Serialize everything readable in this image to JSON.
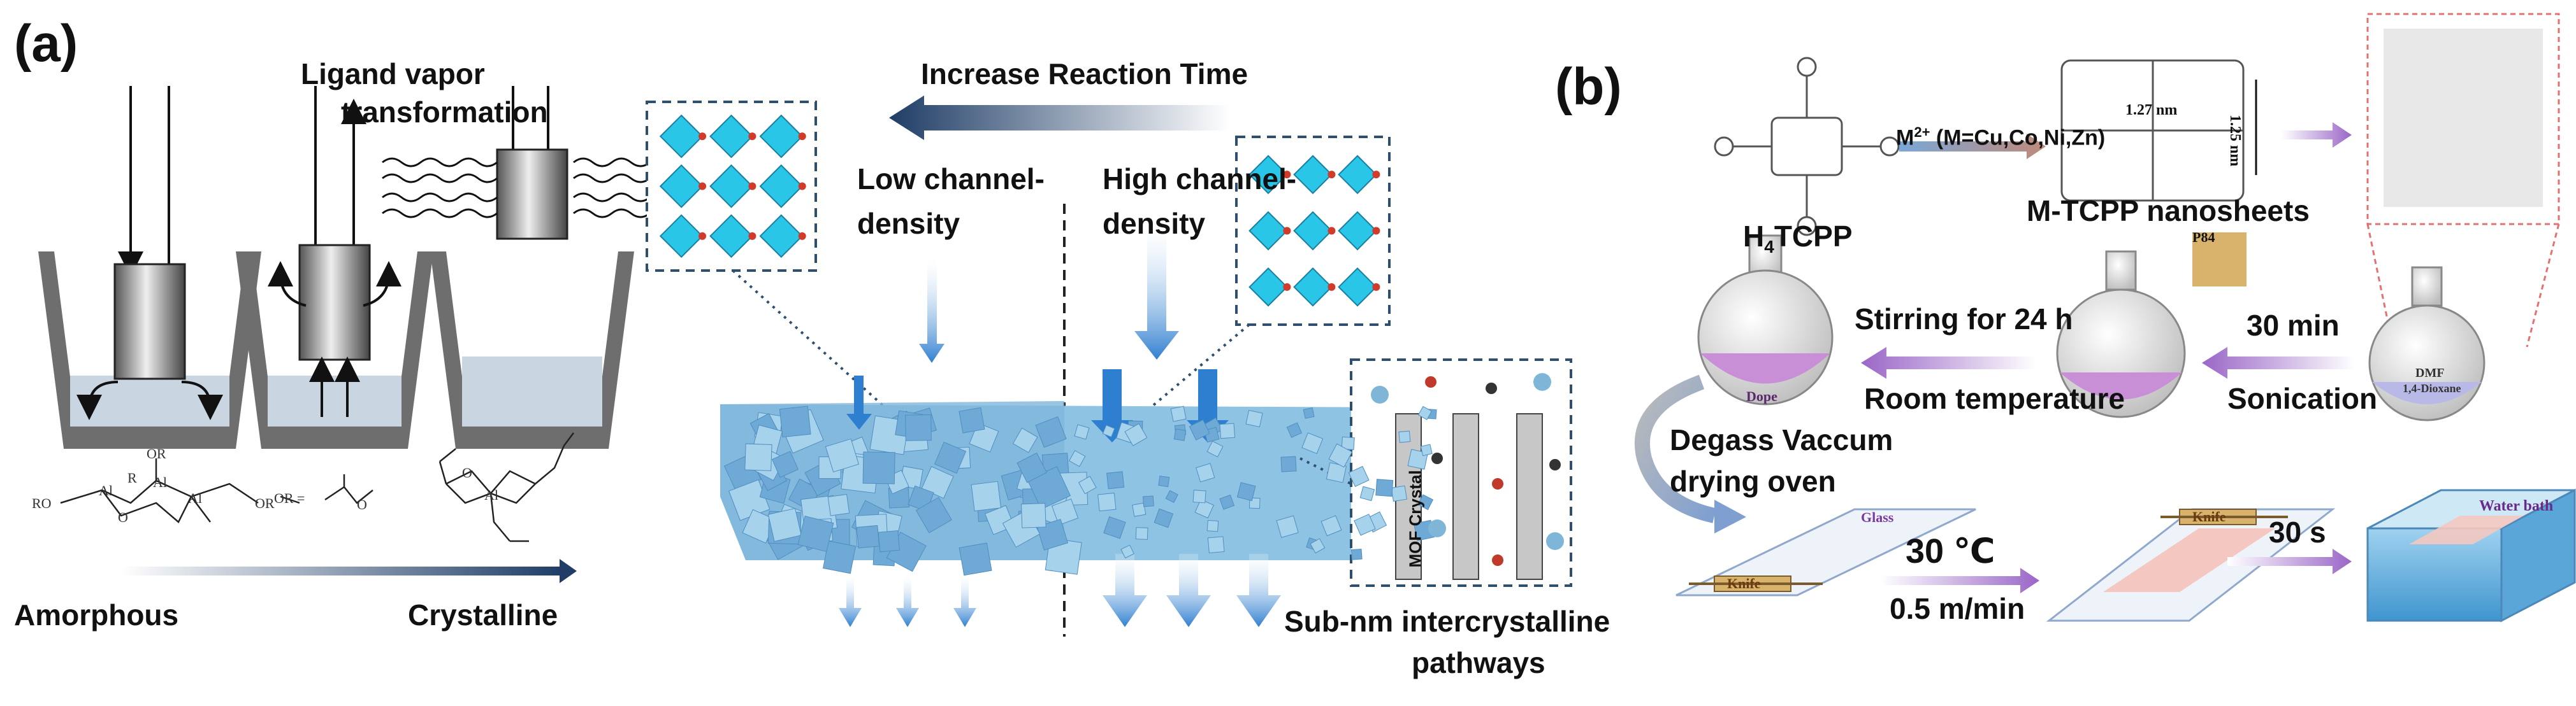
{
  "panel_a": {
    "label": "(a)",
    "ligand_vapor_line1": "Ligand vapor",
    "ligand_vapor_line2": "transformation",
    "increase_reaction_time": "Increase Reaction Time",
    "low_channel_line1": "Low channel-",
    "low_channel_line2": "density",
    "high_channel_line1": "High channel-",
    "high_channel_line2": "density",
    "sub_nm_line1": "Sub-nm intercrystalline",
    "sub_nm_line2": "pathways",
    "mof_crystal": "MOF Crystal",
    "amorphous": "Amorphous",
    "crystalline": "Crystalline",
    "or_label": "OR =",
    "chem_ro": "RO",
    "chem_or": "OR",
    "chem_al": "Al",
    "chem_o": "O",
    "chem_r": "R"
  },
  "panel_b": {
    "label": "(b)",
    "metal_ion": "M",
    "metal_ion_charge": "2+",
    "metals": "(M=Cu,Co,Ni,Zn)",
    "h4tcpp_h": "H",
    "h4tcpp_sub": "4",
    "h4tcpp_rest": "TCPP",
    "dim_127": "1.27 nm",
    "dim_125": "1.25 nm",
    "m_tcpp_nanosheets": "M-TCPP nanosheets",
    "p84": "P84",
    "stirring": "Stirring for 24 h",
    "room_temperature": "Room temperature",
    "thirty_min": "30 min",
    "sonication": "Sonication",
    "dope": "Dope",
    "dmf": "DMF",
    "dioxane": "1,4-Dioxane",
    "degass_line1": "Degass Vaccum",
    "degass_line2": "drying oven",
    "glass": "Glass",
    "knife": "Knife",
    "thirty_c": "30 ℃",
    "speed": "0.5 m/min",
    "thirty_s": "30 s",
    "water_bath": "Water bath"
  },
  "colors": {
    "mof_cyan": "#29c6e8",
    "crystal_blue": "#8fc3e3",
    "arrow_blue": "#2f7fd0",
    "dark_navy": "#1f3d66",
    "flask_pink": "#c98fd6",
    "arrow_purple": "#9a66c7",
    "vessel_gray": "#6e6e6e",
    "water_blue": "#6fb7e0"
  }
}
